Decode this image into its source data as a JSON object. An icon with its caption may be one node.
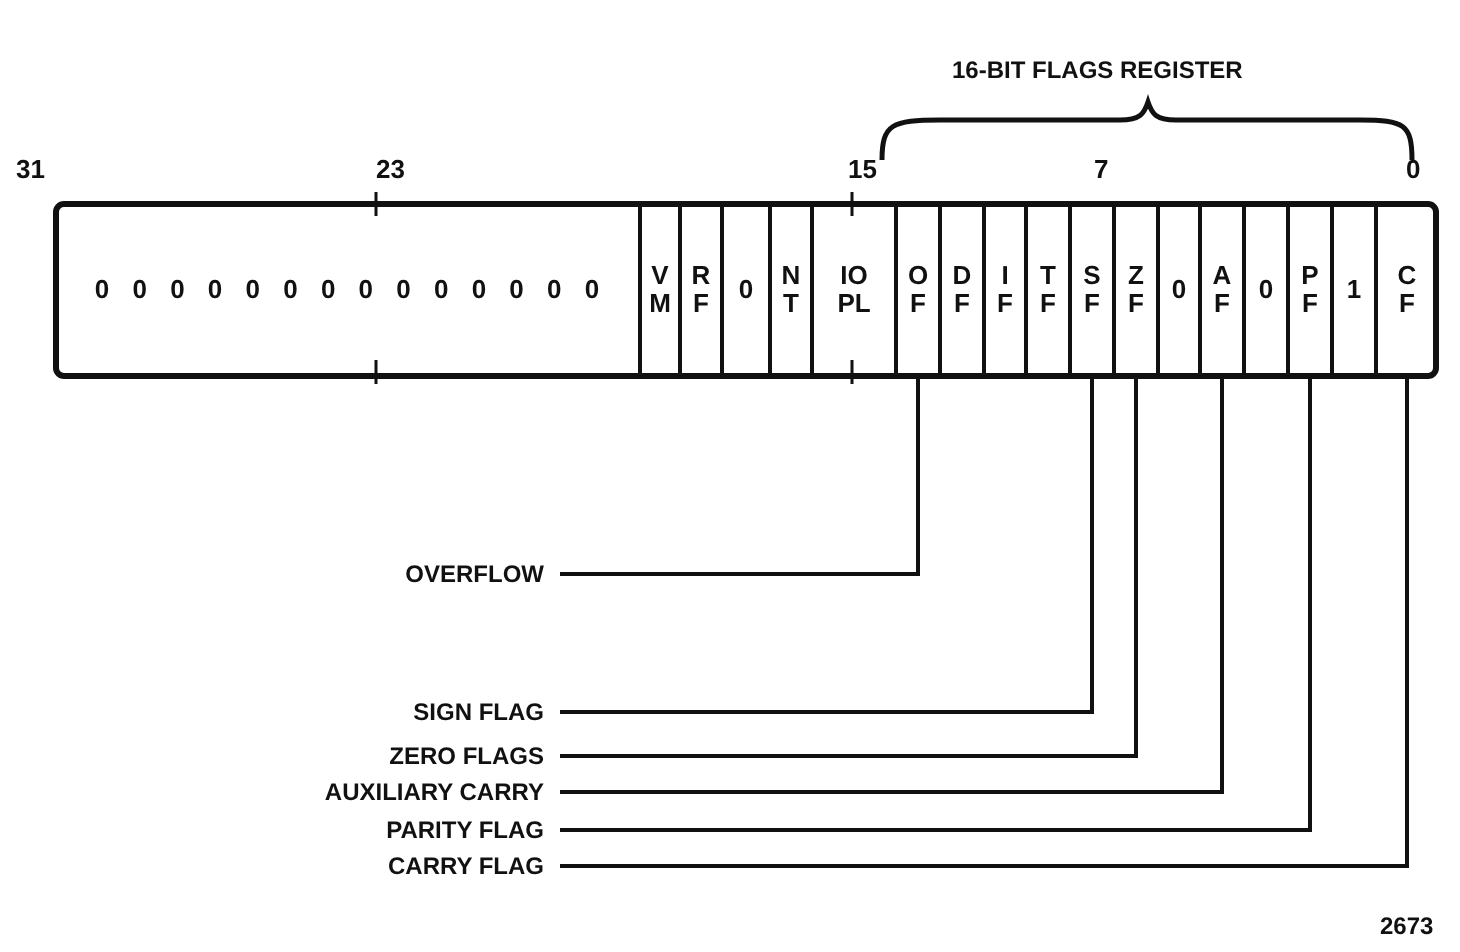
{
  "diagram": {
    "nodes": [
      {
        "text": [
          "0 0 0 0 0 0 0 0 0 0 0 0 0 0"
        ]
      },
      {
        "text": [
          "V M"
        ]
      },
      {
        "text": [
          "R F"
        ]
      },
      {
        "text": [
          "0"
        ]
      },
      {
        "text": [
          "N T"
        ]
      },
      {
        "text": [
          "IO PL"
        ]
      },
      {
        "text": [
          "O F"
        ]
      },
      {
        "text": [
          "D F"
        ]
      },
      {
        "text": [
          "I F"
        ]
      },
      {
        "text": [
          "T F"
        ]
      },
      {
        "text": [
          "S F"
        ]
      },
      {
        "text": [
          "Z F"
        ]
      },
      {
        "text": [
          "0"
        ]
      },
      {
        "text": [
          "A F"
        ]
      },
      {
        "text": [
          "0"
        ]
      },
      {
        "text": [
          "P F"
        ]
      },
      {
        "text": [
          "1"
        ]
      },
      {
        "text": [
          "C F"
        ]
      },
      {
        "text": [
          "OVERFLOW"
        ]
      },
      {
        "text": [
          "SIGN FLAG"
        ]
      },
      {
        "text": [
          "ZERO FLAGS"
        ]
      },
      {
        "text": [
          "AUXILIARY CARRY"
        ]
      },
      {
        "text": [
          "PARITY FLAG"
        ]
      },
      {
        "text": [
          "CARRY FLAG"
        ]
      }
    ],
    "edges": [
      {
        "from": 18,
        "to": 6,
        "arrow": "none"
      },
      {
        "from": 19,
        "to": 10,
        "arrow": "none"
      },
      {
        "from": 20,
        "to": 11,
        "arrow": "none"
      },
      {
        "from": 21,
        "to": 13,
        "arrow": "none"
      },
      {
        "from": 22,
        "to": 15,
        "arrow": "none"
      },
      {
        "from": 23,
        "to": 17,
        "arrow": "none"
      }
    ],
    "labels": [
      "16-BIT FLAGS REGISTER",
      "31",
      "23",
      "15",
      "7",
      "0",
      "2673"
    ]
  }
}
